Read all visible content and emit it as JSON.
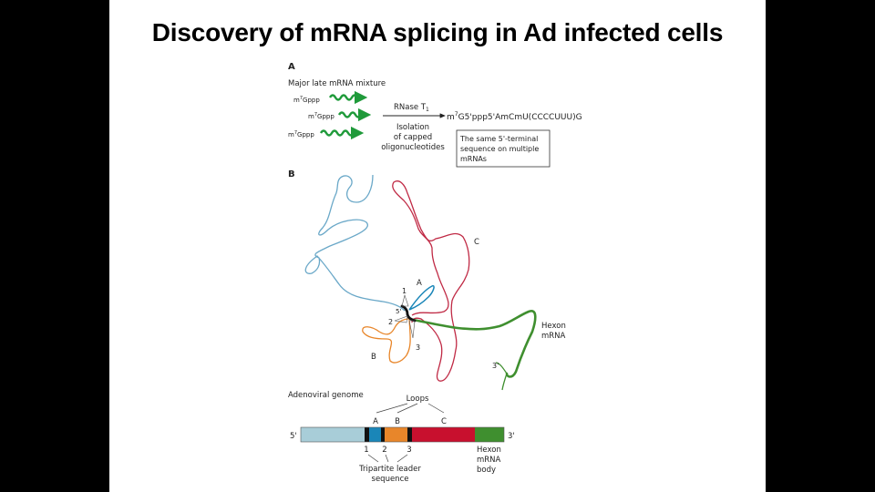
{
  "slide": {
    "title": "Discovery of mRNA splicing in Ad infected cells"
  },
  "panel_a": {
    "label": "A",
    "heading": "Major late mRNA mixture",
    "cap_prefix": "m",
    "cap_superscript": "7",
    "cap_suffix": "Gppp",
    "mrna_count": 3,
    "enzyme": "RNase T",
    "enzyme_subscript": "1",
    "step_lines": [
      "Isolation",
      "of capped",
      "oligonucleotides"
    ],
    "product_prefix": "m",
    "product_superscript": "7",
    "product_suffix": "G5'ppp5'AmCmU(CCCCUUU)G",
    "box_lines": [
      "The same 5'-terminal",
      "sequence on multiple",
      "mRNAs"
    ]
  },
  "panel_b": {
    "label": "B",
    "loop_labels": {
      "a": "A",
      "b": "B",
      "c": "C"
    },
    "junction_labels": {
      "one": "1",
      "two": "2",
      "three": "3",
      "five_prime": "5'"
    },
    "hexon_lines": [
      "Hexon",
      "mRNA"
    ],
    "three_prime": "3'",
    "genome": {
      "title": "Adenoviral genome",
      "loops_label": "Loops",
      "loop_letters": [
        "A",
        "B",
        "C"
      ],
      "end_5": "5'",
      "end_3": "3'",
      "leader_numbers": [
        "1",
        "2",
        "3"
      ],
      "leader_lines": [
        "Tripartite leader",
        "sequence"
      ],
      "body_lines": [
        "Hexon",
        "mRNA",
        "body"
      ]
    }
  },
  "colors": {
    "green": "#3f8f2f",
    "arrow_green": "#1f9a3a",
    "light_blue": "#a8cdd8",
    "light_blue_line": "#6aa8c8",
    "blue": "#1a86b8",
    "orange": "#e8862a",
    "red": "#c8102e",
    "crimson_line": "#c02a45",
    "black": "#111111"
  }
}
